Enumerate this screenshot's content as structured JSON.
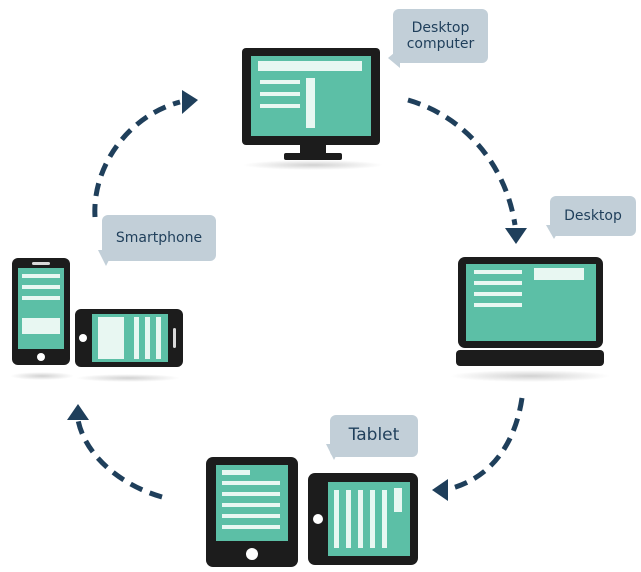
{
  "labels": {
    "desktop_computer": "Desktop\ncomputer",
    "desktop": "Desktop",
    "smartphone": "Smartphone",
    "tablet": "Tablet"
  },
  "icons": {
    "monitor": "desktop-monitor-icon",
    "laptop": "laptop-icon",
    "tablet_portrait": "tablet-portrait-icon",
    "tablet_landscape": "tablet-landscape-icon",
    "phone_portrait": "phone-portrait-icon",
    "phone_landscape": "phone-landscape-icon"
  },
  "colors": {
    "screen": "#5cbfa6",
    "device": "#1c1c1c",
    "arrow": "#1f3f5b",
    "bubble": "#c2cfd8",
    "bubble_text": "#1f3f5b"
  }
}
